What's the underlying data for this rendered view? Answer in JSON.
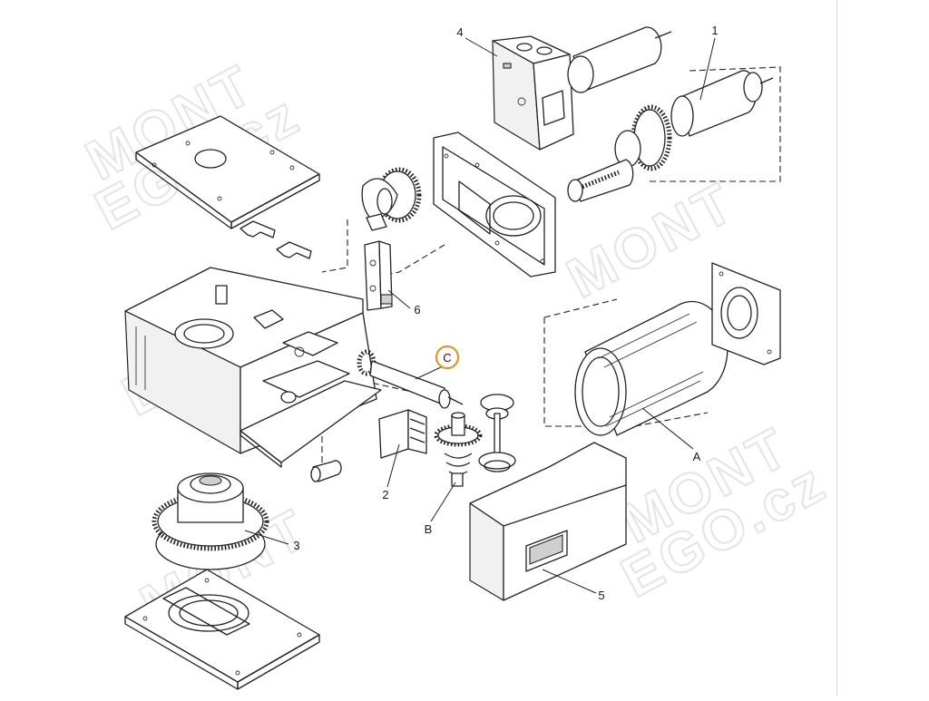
{
  "diagram": {
    "callouts": [
      {
        "id": "1",
        "label": "1"
      },
      {
        "id": "2",
        "label": "2"
      },
      {
        "id": "3",
        "label": "3"
      },
      {
        "id": "4",
        "label": "4"
      },
      {
        "id": "5",
        "label": "5"
      },
      {
        "id": "6",
        "label": "6"
      },
      {
        "id": "A",
        "label": "A"
      },
      {
        "id": "B",
        "label": "B"
      },
      {
        "id": "C",
        "label": "C",
        "highlighted": true
      }
    ],
    "highlight_color": "#e8951f",
    "watermark": {
      "brand": "MONTEGO.cz"
    }
  }
}
